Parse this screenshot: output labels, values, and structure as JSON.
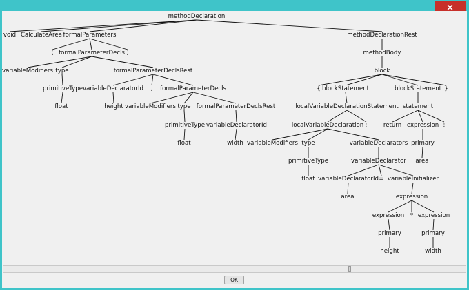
{
  "window": {
    "close_glyph": "✕"
  },
  "dialog": {
    "ok_label": "OK"
  },
  "tree": {
    "n0": "methodDeclaration",
    "n1": "void",
    "n2": "CalculateArea",
    "n3": "formalParameters",
    "n4": "methodDeclarationRest",
    "n5": "(",
    "n6": "formalParameterDecls",
    "n7": ")",
    "n8": "variableModifiers",
    "n9": "type",
    "n10": "formalParameterDeclsRest",
    "n11": "primitiveType",
    "n12": "float",
    "n13": "variableDeclaratorId",
    "n14": ",",
    "n15": "formalParameterDecls",
    "n16": "height",
    "n17": "variableModifiers",
    "n18": "type",
    "n19": "formalParameterDeclsRest",
    "n20": "primitiveType",
    "n21": "float",
    "n22": "variableDeclaratorId",
    "n23": "width",
    "n24": "methodBody",
    "n25": "block",
    "n26": "{",
    "n27": "blockStatement",
    "n28": "blockStatement",
    "n29": "}",
    "n30": "localVariableDeclarationStatement",
    "n31": "localVariableDeclaration",
    "n32": ";",
    "n33": "variableModifiers",
    "n34": "type",
    "n35": "variableDeclarators",
    "n36": "primitiveType",
    "n37": "float",
    "n38": "variableDeclarator",
    "n39": "variableDeclaratorId",
    "n40": "=",
    "n41": "variableInitializer",
    "n42": "area",
    "n43": "expression",
    "n44": "expression",
    "n45": "*",
    "n46": "expression",
    "n47": "primary",
    "n48": "primary",
    "n49": "height",
    "n50": "width",
    "n51": "statement",
    "n52": "return",
    "n53": "expression",
    "n54": ";",
    "n55": "primary",
    "n56": "area"
  }
}
